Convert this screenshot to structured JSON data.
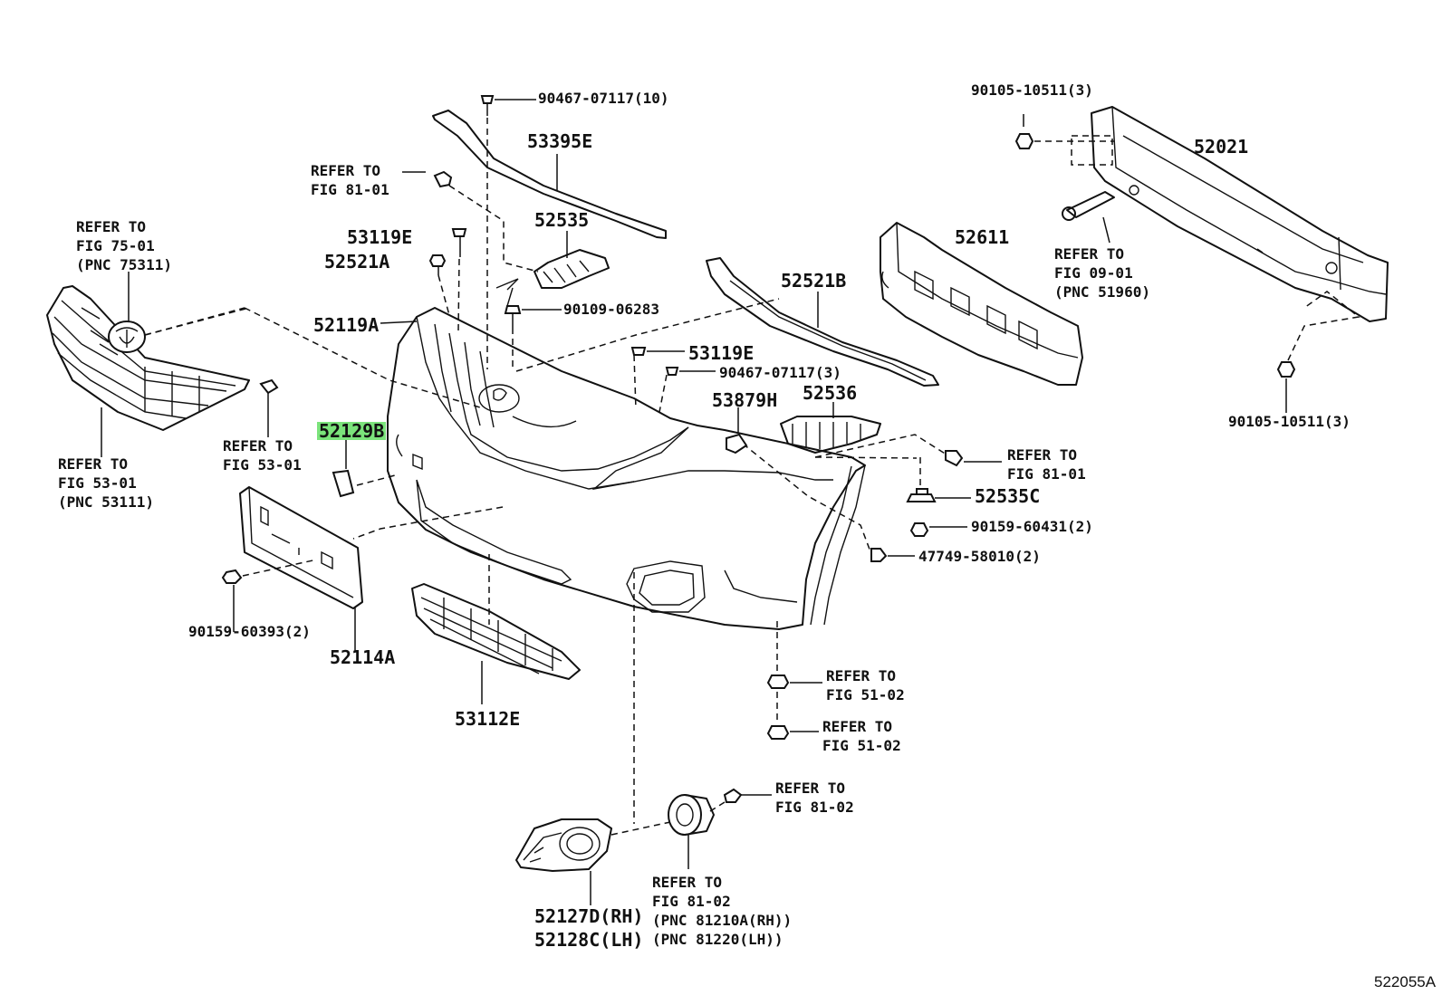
{
  "labels": {
    "p9046707117_10": "90467-07117(10)",
    "p53395E": "53395E",
    "ref_81_01_top": "REFER TO\nFIG 81-01",
    "p52535": "52535",
    "p53119E_left": "53119E",
    "p52521A": "52521A",
    "p9010906283": "90109-06283",
    "ref_75_01": "REFER TO\nFIG 75-01\n(PNC 75311)",
    "p52119A": "52119A",
    "p52521B": "52521B",
    "p53119E_mid": "53119E",
    "p9046707117_3": "90467-07117(3)",
    "p52129B": "52129B",
    "ref_53_01_a": "REFER TO\nFIG 53-01",
    "ref_53_01_b": "REFER TO\nFIG 53-01\n(PNC 53111)",
    "p53879H": "53879H",
    "p52536": "52536",
    "ref_81_01_right": "REFER TO\nFIG 81-01",
    "p52535C": "52535C",
    "p9015960431_2": "90159-60431(2)",
    "p4774958010_2": "47749-58010(2)",
    "p9015960393_2": "90159-60393(2)",
    "p52114A": "52114A",
    "p53112E": "53112E",
    "ref_51_02_a": "REFER TO\nFIG 51-02",
    "ref_51_02_b": "REFER TO\nFIG 51-02",
    "ref_81_02_a": "REFER TO\nFIG 81-02",
    "ref_81_02_b": "REFER TO\nFIG 81-02\n(PNC 81210A(RH))\n(PNC 81220(LH))",
    "p52127D": "52127D(RH)",
    "p52128C": "52128C(LH)",
    "p9010510511_top": "90105-10511(3)",
    "p52021": "52021",
    "p52611": "52611",
    "ref_09_01": "REFER TO\nFIG 09-01\n(PNC 51960)",
    "p9010510511_bot": "90105-10511(3)",
    "figure_id": "522055A"
  },
  "highlight": {
    "part": "52129B",
    "color": "#7be37b"
  }
}
